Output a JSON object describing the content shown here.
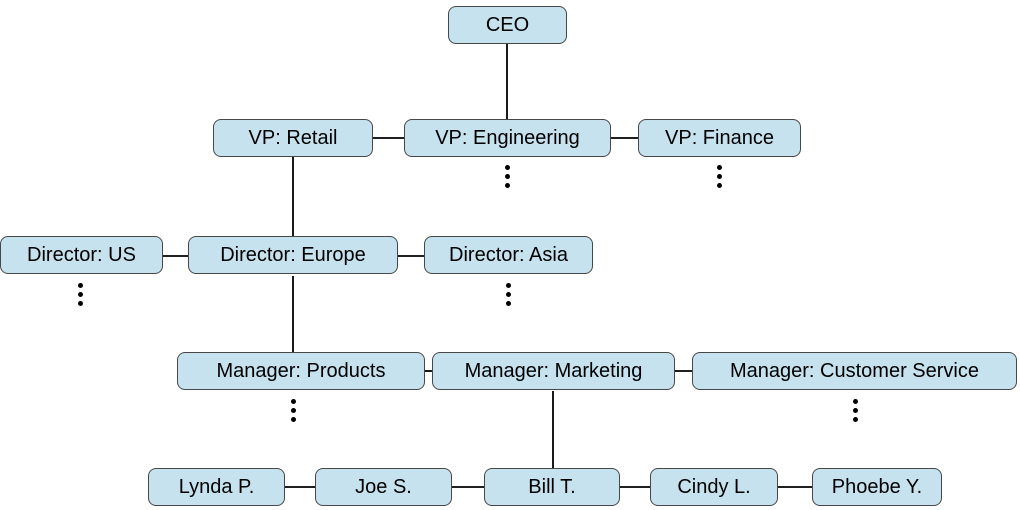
{
  "diagram": {
    "type": "org-chart",
    "colors": {
      "node_fill": "#c6e2ee",
      "node_border": "#474747",
      "connector": "#000000",
      "text": "#000000"
    },
    "nodes": {
      "ceo": {
        "label": "CEO",
        "level": 1
      },
      "vp_retail": {
        "label": "VP: Retail",
        "level": 2
      },
      "vp_engineering": {
        "label": "VP: Engineering",
        "level": 2
      },
      "vp_finance": {
        "label": "VP: Finance",
        "level": 2
      },
      "director_us": {
        "label": "Director: US",
        "level": 3
      },
      "director_europe": {
        "label": "Director: Europe",
        "level": 3
      },
      "director_asia": {
        "label": "Director: Asia",
        "level": 3
      },
      "manager_products": {
        "label": "Manager: Products",
        "level": 4
      },
      "manager_marketing": {
        "label": "Manager: Marketing",
        "level": 4
      },
      "manager_customer_service": {
        "label": "Manager: Customer Service",
        "level": 4
      },
      "lynda": {
        "label": "Lynda P.",
        "level": 5
      },
      "joe": {
        "label": "Joe S.",
        "level": 5
      },
      "bill": {
        "label": "Bill T.",
        "level": 5
      },
      "cindy": {
        "label": "Cindy L.",
        "level": 5
      },
      "phoebe": {
        "label": "Phoebe Y.",
        "level": 5
      }
    },
    "edges": [
      {
        "from": "ceo",
        "to": "vp_engineering",
        "orientation": "vertical"
      },
      {
        "from": "vp_retail",
        "to": "vp_engineering",
        "orientation": "horizontal"
      },
      {
        "from": "vp_engineering",
        "to": "vp_finance",
        "orientation": "horizontal"
      },
      {
        "from": "vp_retail",
        "to": "director_europe",
        "orientation": "vertical"
      },
      {
        "from": "director_us",
        "to": "director_europe",
        "orientation": "horizontal"
      },
      {
        "from": "director_europe",
        "to": "director_asia",
        "orientation": "horizontal"
      },
      {
        "from": "director_europe",
        "to": "manager_products",
        "orientation": "vertical"
      },
      {
        "from": "manager_products",
        "to": "manager_marketing",
        "orientation": "horizontal"
      },
      {
        "from": "manager_marketing",
        "to": "manager_customer_service",
        "orientation": "horizontal"
      },
      {
        "from": "manager_marketing",
        "to": "bill",
        "orientation": "vertical"
      },
      {
        "from": "lynda",
        "to": "joe",
        "orientation": "horizontal"
      },
      {
        "from": "joe",
        "to": "bill",
        "orientation": "horizontal"
      },
      {
        "from": "bill",
        "to": "cindy",
        "orientation": "horizontal"
      },
      {
        "from": "cindy",
        "to": "phoebe",
        "orientation": "horizontal"
      }
    ],
    "has_more_below": [
      "vp_engineering",
      "vp_finance",
      "director_us",
      "director_asia",
      "manager_products",
      "manager_customer_service"
    ]
  }
}
